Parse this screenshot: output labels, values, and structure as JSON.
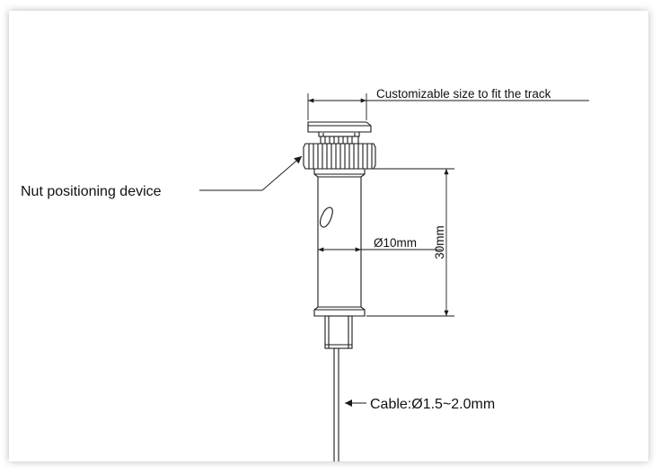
{
  "labels": {
    "custom_size": "Customizable size to fit the track",
    "nut": "Nut positioning device",
    "diameter": "Ø10mm",
    "length": "30mm",
    "cable": "Cable:Ø1.5~2.0mm"
  },
  "colors": {
    "line": "#1a1a1a",
    "shadow": "#d6d6d6",
    "background": "#ffffff"
  }
}
